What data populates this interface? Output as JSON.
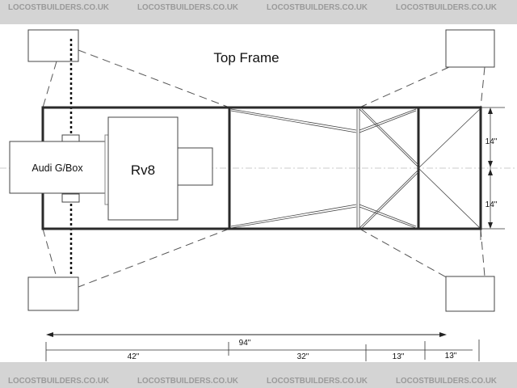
{
  "title": "Top Frame",
  "components": {
    "gearbox": "Audi G/Box",
    "engine": "Rv8"
  },
  "dimensions": {
    "overall": "94\"",
    "segments": [
      "42\"",
      "32\"",
      "13\"",
      "13\""
    ],
    "half_widths": [
      "14\"",
      "14\""
    ]
  },
  "watermark": "LOCOSTBUILDERS.CO.UK",
  "colors": {
    "watermark_band": "#d4d4d4",
    "frame": "#2a2a2a"
  }
}
